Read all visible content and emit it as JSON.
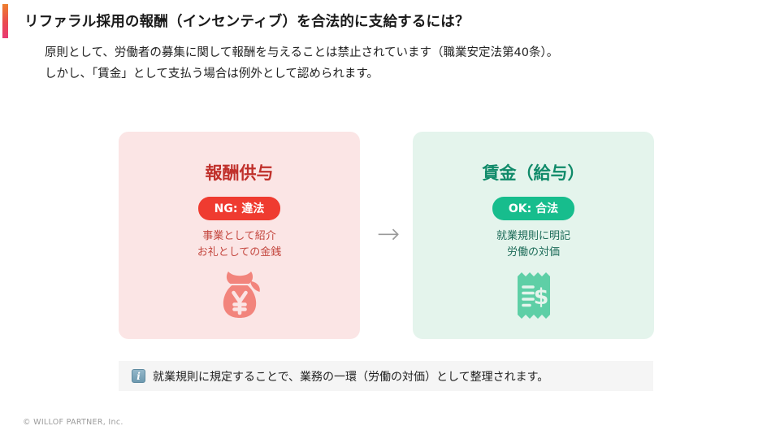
{
  "page": {
    "title": "リファラル採用の報酬（インセンティブ）を合法的に支給するには？",
    "body_lines": [
      "原則として、労働者の募集に関して報酬を与えることは禁止されています（職業安定法第40条）。",
      "しかし、「賃金」として支払う場合は例外として認められます。"
    ],
    "accent_colors": {
      "top": "#EE7F2D",
      "bottom": "#E93A74"
    }
  },
  "cards": {
    "left": {
      "title": "報酬供与",
      "badge": "NG: 違法",
      "lines": [
        "事業として紹介",
        "お礼としての金銭"
      ],
      "icon": "money-bag-icon",
      "colors": {
        "bg": "#FBE5E5",
        "title": "#C0302B",
        "badge_bg": "#EF3B30",
        "text": "#C4473F",
        "icon": "#F2847C"
      }
    },
    "right": {
      "title": "賃金（給与）",
      "badge": "OK: 合法",
      "lines": [
        "就業規則に明記",
        "労働の対価"
      ],
      "icon": "receipt-icon",
      "colors": {
        "bg": "#E4F4EC",
        "title": "#0F8A69",
        "badge_bg": "#17BD8D",
        "text": "#1C6B58",
        "icon": "#5ECFA6"
      }
    }
  },
  "arrow_glyph": "→",
  "note": {
    "icon": "info-icon",
    "icon_glyph": "i",
    "text": "就業規則に規定することで、業務の一環（労働の対価）として整理されます。"
  },
  "footer": "© WILLOF PARTNER, Inc."
}
